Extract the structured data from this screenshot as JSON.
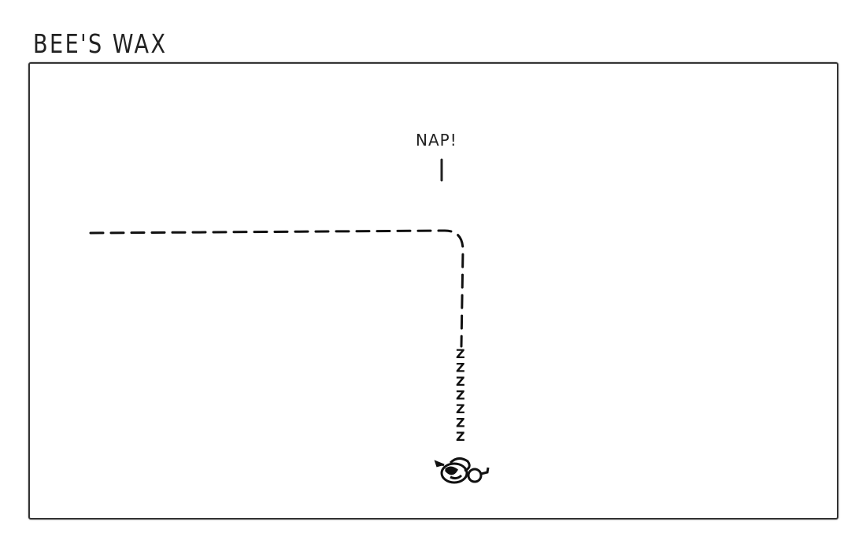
{
  "comic": {
    "title": "BEE'S WAX",
    "caption": "NAP!",
    "snore": [
      "Z",
      "Z",
      "Z",
      "Z",
      "Z",
      "Z",
      "Z"
    ]
  },
  "colors": {
    "ink": "#111111",
    "background": "#ffffff"
  }
}
